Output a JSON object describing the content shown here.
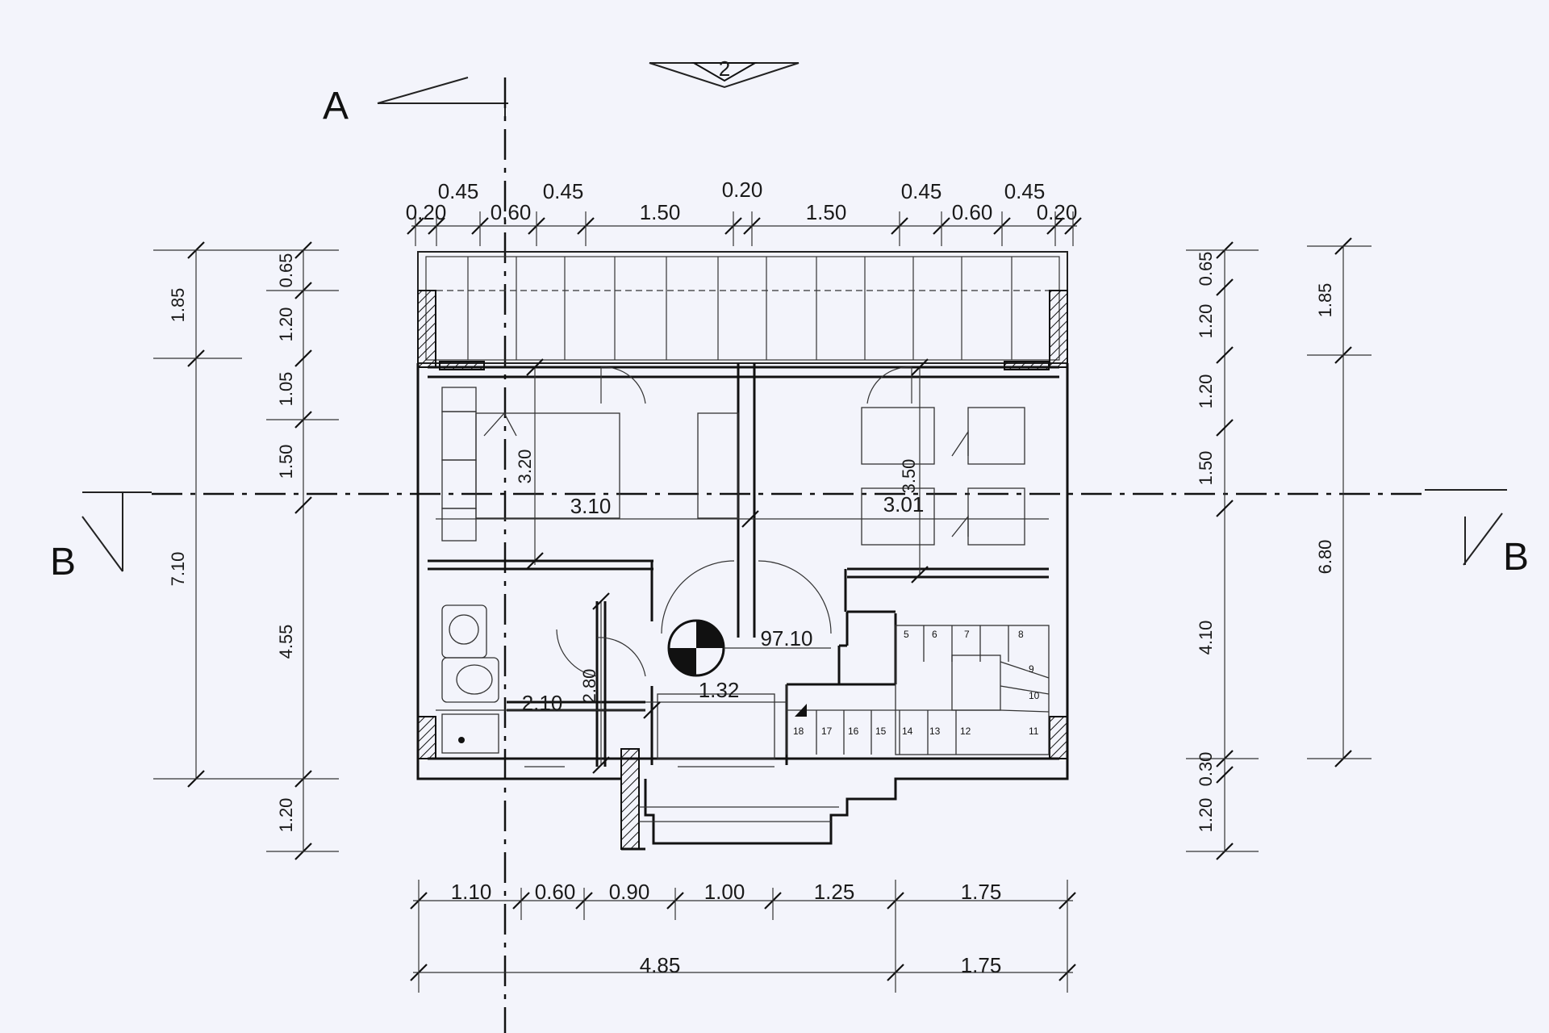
{
  "section_markers": {
    "elevation": "2",
    "section_a": "A",
    "section_b_left": "B",
    "section_b_right": "B"
  },
  "top_dims": {
    "upper": [
      "0.45",
      "0.45",
      "0.20",
      "0.45",
      "0.45"
    ],
    "lower": [
      "0.20",
      "0.60",
      "1.50",
      "1.50",
      "0.60",
      "0.20"
    ]
  },
  "left_dims": {
    "outer": [
      "1.85",
      "7.10"
    ],
    "inner": [
      "0.65",
      "1.20",
      "1.05",
      "1.50",
      "4.55",
      "1.20"
    ]
  },
  "right_dims": {
    "inner": [
      "0.65",
      "1.20",
      "1.20",
      "1.50",
      "4.10",
      "0.30",
      "1.20"
    ],
    "outer": [
      "1.85",
      "6.80"
    ]
  },
  "bottom_dims": {
    "upper": [
      "1.10",
      "0.60",
      "0.90",
      "1.00",
      "1.25",
      "1.75"
    ],
    "lower": [
      "4.85",
      "1.75"
    ]
  },
  "room_dims": {
    "bedroom_left_depth": "3.20",
    "bedroom_left_width": "3.10",
    "bedroom_right_depth": "3.50",
    "bedroom_right_width": "3.01",
    "level": "97.10",
    "hall_width": "1.32",
    "bath_width": "2.10",
    "bath_depth": "2.80"
  },
  "stair_steps": [
    "5",
    "6",
    "7",
    "8",
    "9",
    "10",
    "11",
    "12",
    "13",
    "14",
    "15",
    "16",
    "17",
    "18"
  ]
}
